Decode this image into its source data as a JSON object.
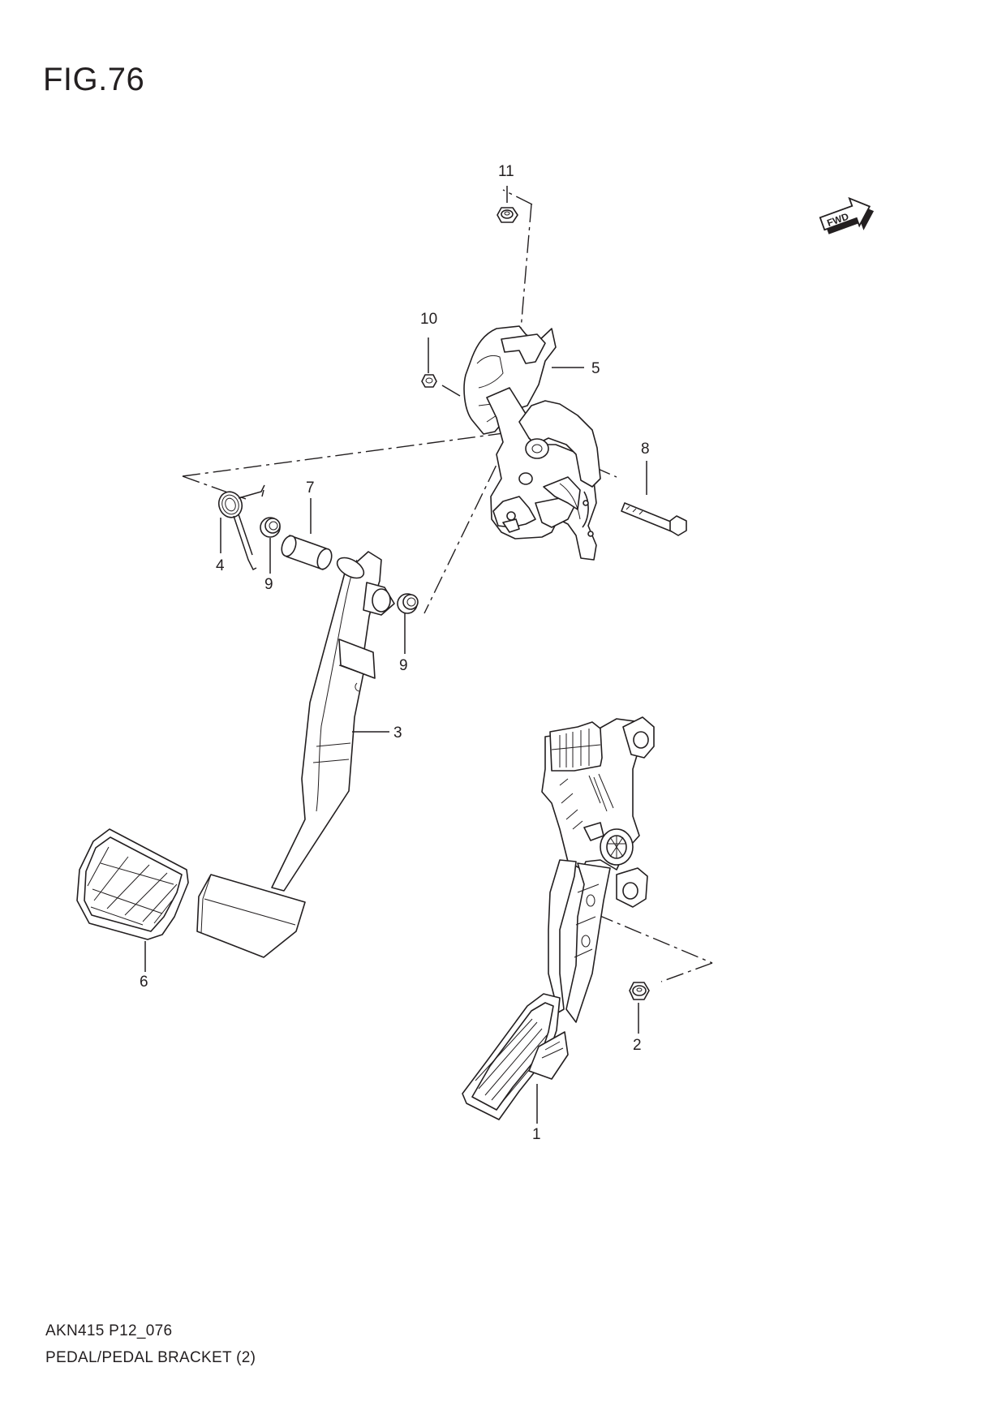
{
  "figure": {
    "title": "FIG.76"
  },
  "fwd_badge": {
    "text": "FWD"
  },
  "footer": {
    "code": "AKN415 P12_076",
    "caption": "PEDAL/PEDAL BRACKET (2)"
  },
  "callouts": [
    {
      "id": "c1",
      "label": "1"
    },
    {
      "id": "c2",
      "label": "2"
    },
    {
      "id": "c3",
      "label": "3"
    },
    {
      "id": "c4",
      "label": "4"
    },
    {
      "id": "c5",
      "label": "5"
    },
    {
      "id": "c6",
      "label": "6"
    },
    {
      "id": "c7",
      "label": "7"
    },
    {
      "id": "c8",
      "label": "8"
    },
    {
      "id": "c9a",
      "label": "9"
    },
    {
      "id": "c9b",
      "label": "9"
    },
    {
      "id": "c10",
      "label": "10"
    },
    {
      "id": "c11",
      "label": "11"
    }
  ]
}
